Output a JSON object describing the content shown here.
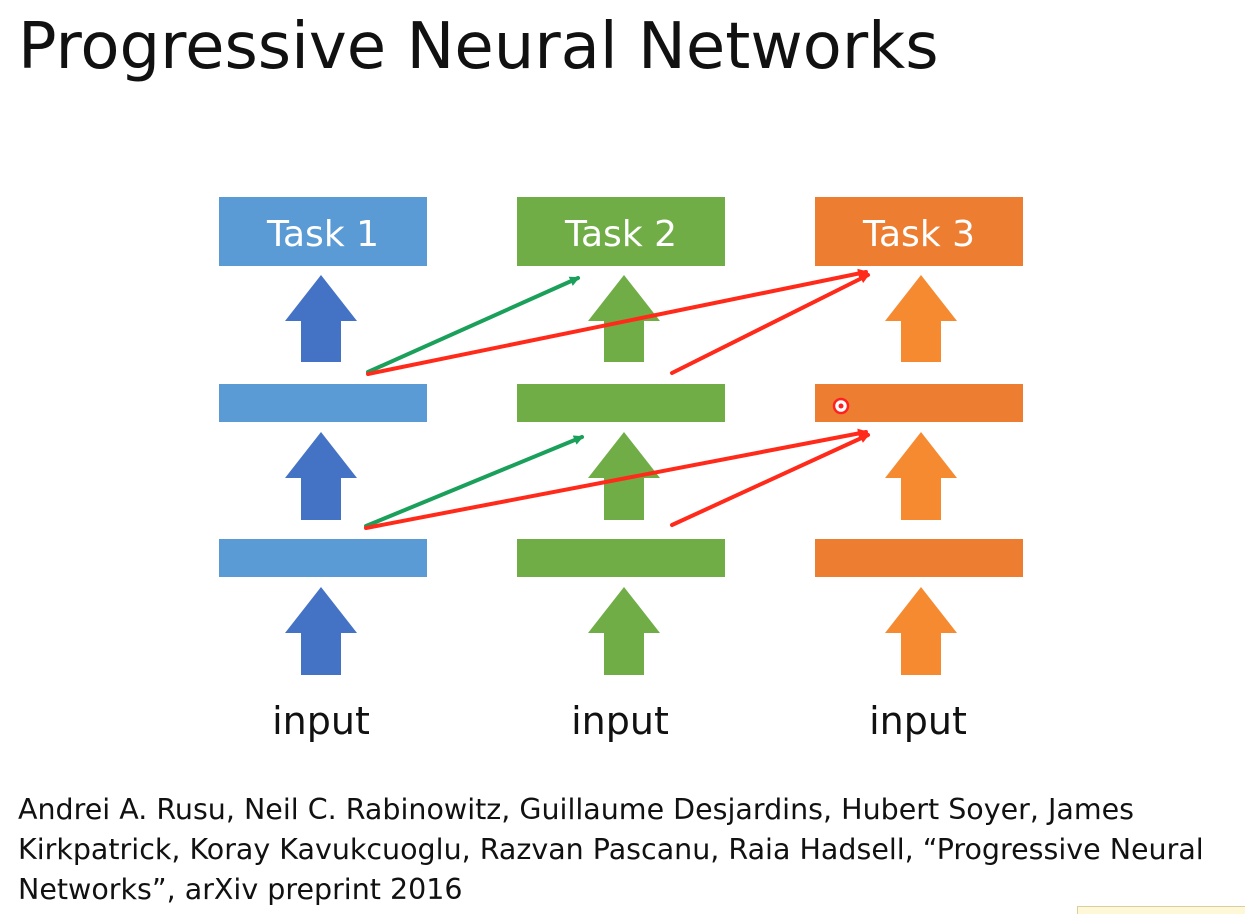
{
  "title": "Progressive Neural Networks",
  "columns": [
    {
      "task_label": "Task 1",
      "input_label": "input",
      "color": "#5b9bd5",
      "arrow_color": "#4472c4"
    },
    {
      "task_label": "Task 2",
      "input_label": "input",
      "color": "#70ad47",
      "arrow_color": "#70ad47"
    },
    {
      "task_label": "Task 3",
      "input_label": "input",
      "color": "#ed7d31",
      "arrow_color": "#f58a30"
    }
  ],
  "lateral_colors": {
    "to_task2": "#1aa05a",
    "to_task3": "#ff2a1a"
  },
  "citation": "Andrei A. Rusu, Neil C. Rabinowitz, Guillaume Desjardins, Hubert Soyer, James Kirkpatrick, Koray Kavukcuoglu, Razvan Pascanu, Raia Hadsell, “Progressive Neural Networks”, arXiv preprint 2016"
}
